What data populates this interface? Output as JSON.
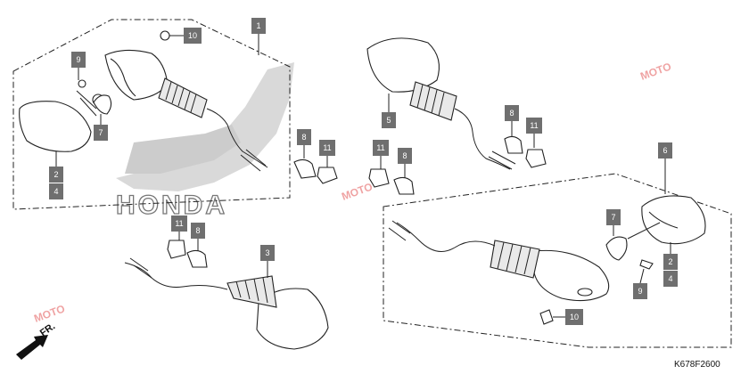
{
  "diagram": {
    "callouts": [
      {
        "id": "c1",
        "label": "1"
      },
      {
        "id": "c2a",
        "label": "2"
      },
      {
        "id": "c4a",
        "label": "4"
      },
      {
        "id": "c7a",
        "label": "7"
      },
      {
        "id": "c9a",
        "label": "9"
      },
      {
        "id": "c10a",
        "label": "10"
      },
      {
        "id": "c8a",
        "label": "8"
      },
      {
        "id": "c11a",
        "label": "11"
      },
      {
        "id": "c11b",
        "label": "11"
      },
      {
        "id": "c8b",
        "label": "8"
      },
      {
        "id": "c3",
        "label": "3"
      },
      {
        "id": "c5",
        "label": "5"
      },
      {
        "id": "c8c",
        "label": "8"
      },
      {
        "id": "c11c",
        "label": "11"
      },
      {
        "id": "c11d",
        "label": "11"
      },
      {
        "id": "c8d",
        "label": "8"
      },
      {
        "id": "c6",
        "label": "6"
      },
      {
        "id": "c7b",
        "label": "7"
      },
      {
        "id": "c2b",
        "label": "2"
      },
      {
        "id": "c4b",
        "label": "4"
      },
      {
        "id": "c9b",
        "label": "9"
      },
      {
        "id": "c10b",
        "label": "10"
      }
    ],
    "logo_text": "HONDA",
    "direction_label": "FR.",
    "diagram_code": "K678F2600",
    "watermark_text": "MOTO"
  }
}
